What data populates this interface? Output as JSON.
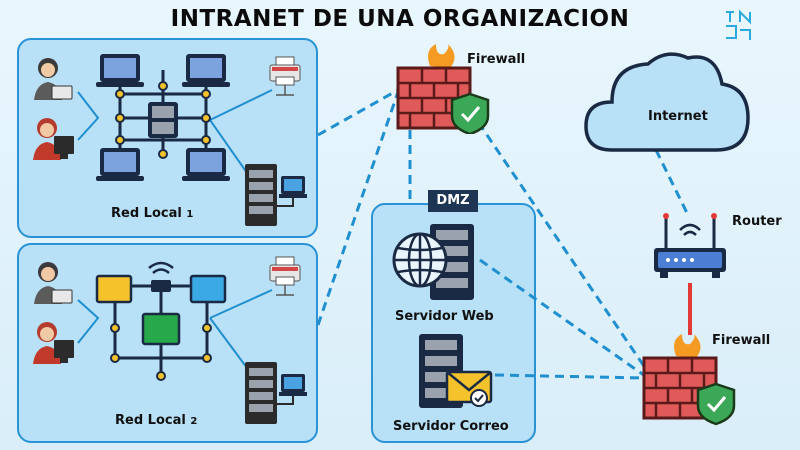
{
  "title": "INTRANET DE UNA ORGANIZACION",
  "colors": {
    "panel_fill": "#b8e0f6",
    "panel_border": "#2a93d5",
    "link_dash": "#1f8fd0",
    "router_link": "#e53935",
    "firewall_brick": "#e05a5a"
  },
  "red_local_1": {
    "label": "Red Local ",
    "sub": "1"
  },
  "red_local_2": {
    "label": "Red Local ",
    "sub": "2"
  },
  "dmz": {
    "tag": "DMZ",
    "web_label": "Servidor Web",
    "mail_label": "Servidor Correo"
  },
  "firewall_top": {
    "label": "Firewall"
  },
  "firewall_bottom": {
    "label": "Firewall"
  },
  "internet": {
    "label": "Internet"
  },
  "router": {
    "label": "Router"
  },
  "icons": [
    "user-laptop-icon",
    "user-desktop-icon",
    "printer-icon",
    "laptop-icon",
    "server-rack-icon",
    "firewall-icon",
    "cloud-icon",
    "router-icon",
    "web-server-icon",
    "mail-server-icon",
    "logo-icon"
  ]
}
